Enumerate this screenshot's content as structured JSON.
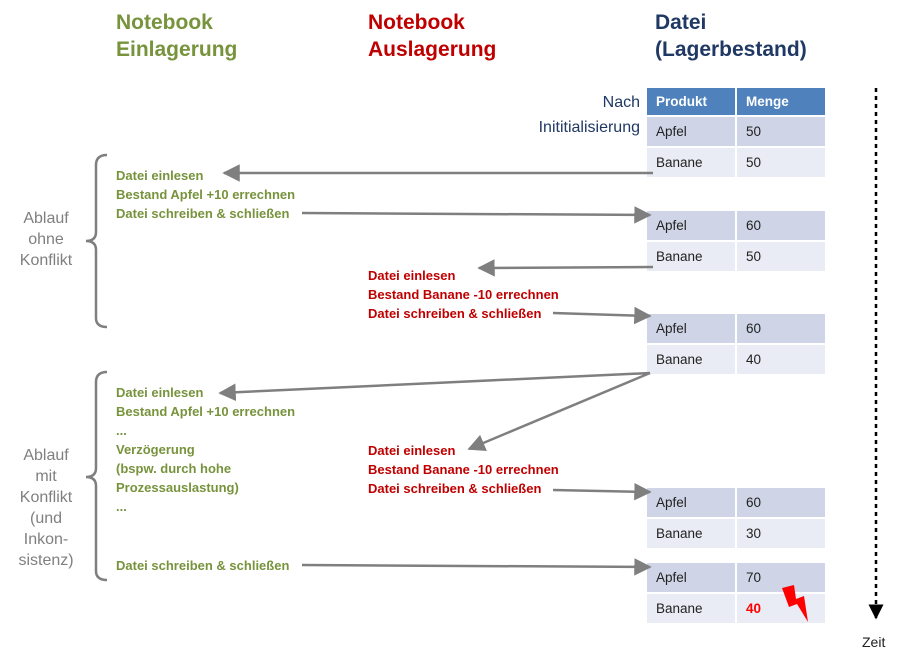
{
  "headers": {
    "einlagerung": [
      "Notebook",
      "Einlagerung"
    ],
    "auslagerung": [
      "Notebook",
      "Auslagerung"
    ],
    "datei": [
      "Datei",
      "(Lagerbestand)"
    ]
  },
  "init_label": [
    "Nach",
    "Inititialisierung"
  ],
  "side_labels": {
    "ohne": [
      "Ablauf",
      "ohne",
      "Konflikt"
    ],
    "mit": [
      "Ablauf",
      "mit",
      "Konflikt",
      "(und",
      "Inkon-",
      "sistenz)"
    ]
  },
  "steps": {
    "ohne_green": [
      "Datei einlesen",
      "Bestand Apfel +10 errechnen",
      "Datei schreiben & schließen"
    ],
    "ohne_red": [
      "Datei einlesen",
      "Bestand Banane -10 errechnen",
      "Datei schreiben & schließen"
    ],
    "mit_green": [
      "Datei einlesen",
      "Bestand Apfel +10 errechnen",
      "...",
      "Verzögerung",
      "(bspw. durch hohe",
      "Prozessauslastung)",
      "..."
    ],
    "mit_green_last": "Datei schreiben & schließen",
    "mit_red": [
      "Datei einlesen",
      "Bestand Banane -10 errechnen",
      "Datei schreiben & schließen"
    ]
  },
  "tables": {
    "header": [
      "Produkt",
      "Menge"
    ],
    "t0": [
      [
        "Apfel",
        "50"
      ],
      [
        "Banane",
        "50"
      ]
    ],
    "t1": [
      [
        "Apfel",
        "60"
      ],
      [
        "Banane",
        "50"
      ]
    ],
    "t2": [
      [
        "Apfel",
        "60"
      ],
      [
        "Banane",
        "40"
      ]
    ],
    "t3": [
      [
        "Apfel",
        "60"
      ],
      [
        "Banane",
        "30"
      ]
    ],
    "t4": [
      [
        "Apfel",
        "70"
      ],
      [
        "Banane",
        "40"
      ]
    ]
  },
  "time_label": "Zeit",
  "colors": {
    "green": "#77933c",
    "red": "#c00000",
    "blue": "#1f3864",
    "table_header": "#4f81bd",
    "arrow": "#7f7f7f",
    "warning": "#ff0000"
  },
  "icons": [
    "lightning-warning-icon",
    "time-axis-arrow-icon"
  ]
}
